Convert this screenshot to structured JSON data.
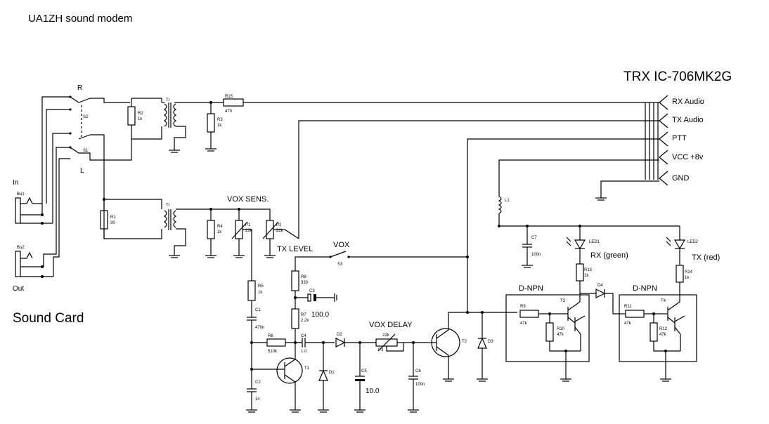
{
  "title": "UA1ZH  sound modem",
  "trx": "TRX  IC-706MK2G",
  "sound_card": "Sound Card",
  "connector": {
    "rx_audio": "RX Audio",
    "tx_audio": "TX Audio",
    "ptt": "PTT",
    "vcc": "VCC  +8v",
    "gnd": "GND"
  },
  "labels": {
    "in": "In",
    "out": "Out",
    "r": "R",
    "l": "L",
    "bu1": "Bu1",
    "bu2": "Bu2",
    "s1": "S1",
    "s2": "S2",
    "tr1": "Tr",
    "tr2": "Tr",
    "vox_sens": "VOX SENS.",
    "tx_level": "TX LEVEL",
    "vox": "VOX",
    "s3": "S3",
    "vox_delay": "VOX DELAY",
    "rx_green": "RX (green)",
    "tx_red": "TX (red)",
    "dnpn1": "D-NPN",
    "dnpn2": "D-NPN",
    "c3_val": "100.0",
    "c5_val": "10.0"
  },
  "parts": {
    "r1": "R1",
    "r1v": "30",
    "r2": "R2",
    "r2v": "1k",
    "r3": "R3",
    "r3v": "1k",
    "r4": "R4",
    "r4v": "1k",
    "r5": "R5",
    "r5v": "1k",
    "r6": "R6",
    "r6v": "510k",
    "r7": "R7",
    "r7v": "2.2k",
    "r8": "R8",
    "r8v": "330",
    "r9": "R9",
    "r9v": "47k",
    "r10": "R10",
    "r10v": "47k",
    "r11": "R11",
    "r11v": "47k",
    "r12": "R12",
    "r12v": "47k",
    "r13": "R13",
    "r13v": "1k",
    "r14": "R14",
    "r14v": "1k",
    "r15": "R15",
    "r15v": "470",
    "p1": "P1",
    "p1v": "22k",
    "p2": "P2",
    "p2v": "22k",
    "p3": "P3",
    "p3v": "22k",
    "c1": "C1",
    "c1v": "470n",
    "c2": "C2",
    "c2v": "1n",
    "c3": "C3",
    "c4": "C4",
    "c4v": "1.0",
    "c5": "C5",
    "c6": "C6",
    "c6v": "100n",
    "c7": "C7",
    "c7v": "100n",
    "d1": "D1",
    "d2": "D2",
    "d3": "D3",
    "d4": "D4",
    "led1": "LED1",
    "led2": "LED2",
    "t1": "T1",
    "t2": "T2",
    "t3": "T3",
    "t4": "T4",
    "l1": "L1"
  }
}
